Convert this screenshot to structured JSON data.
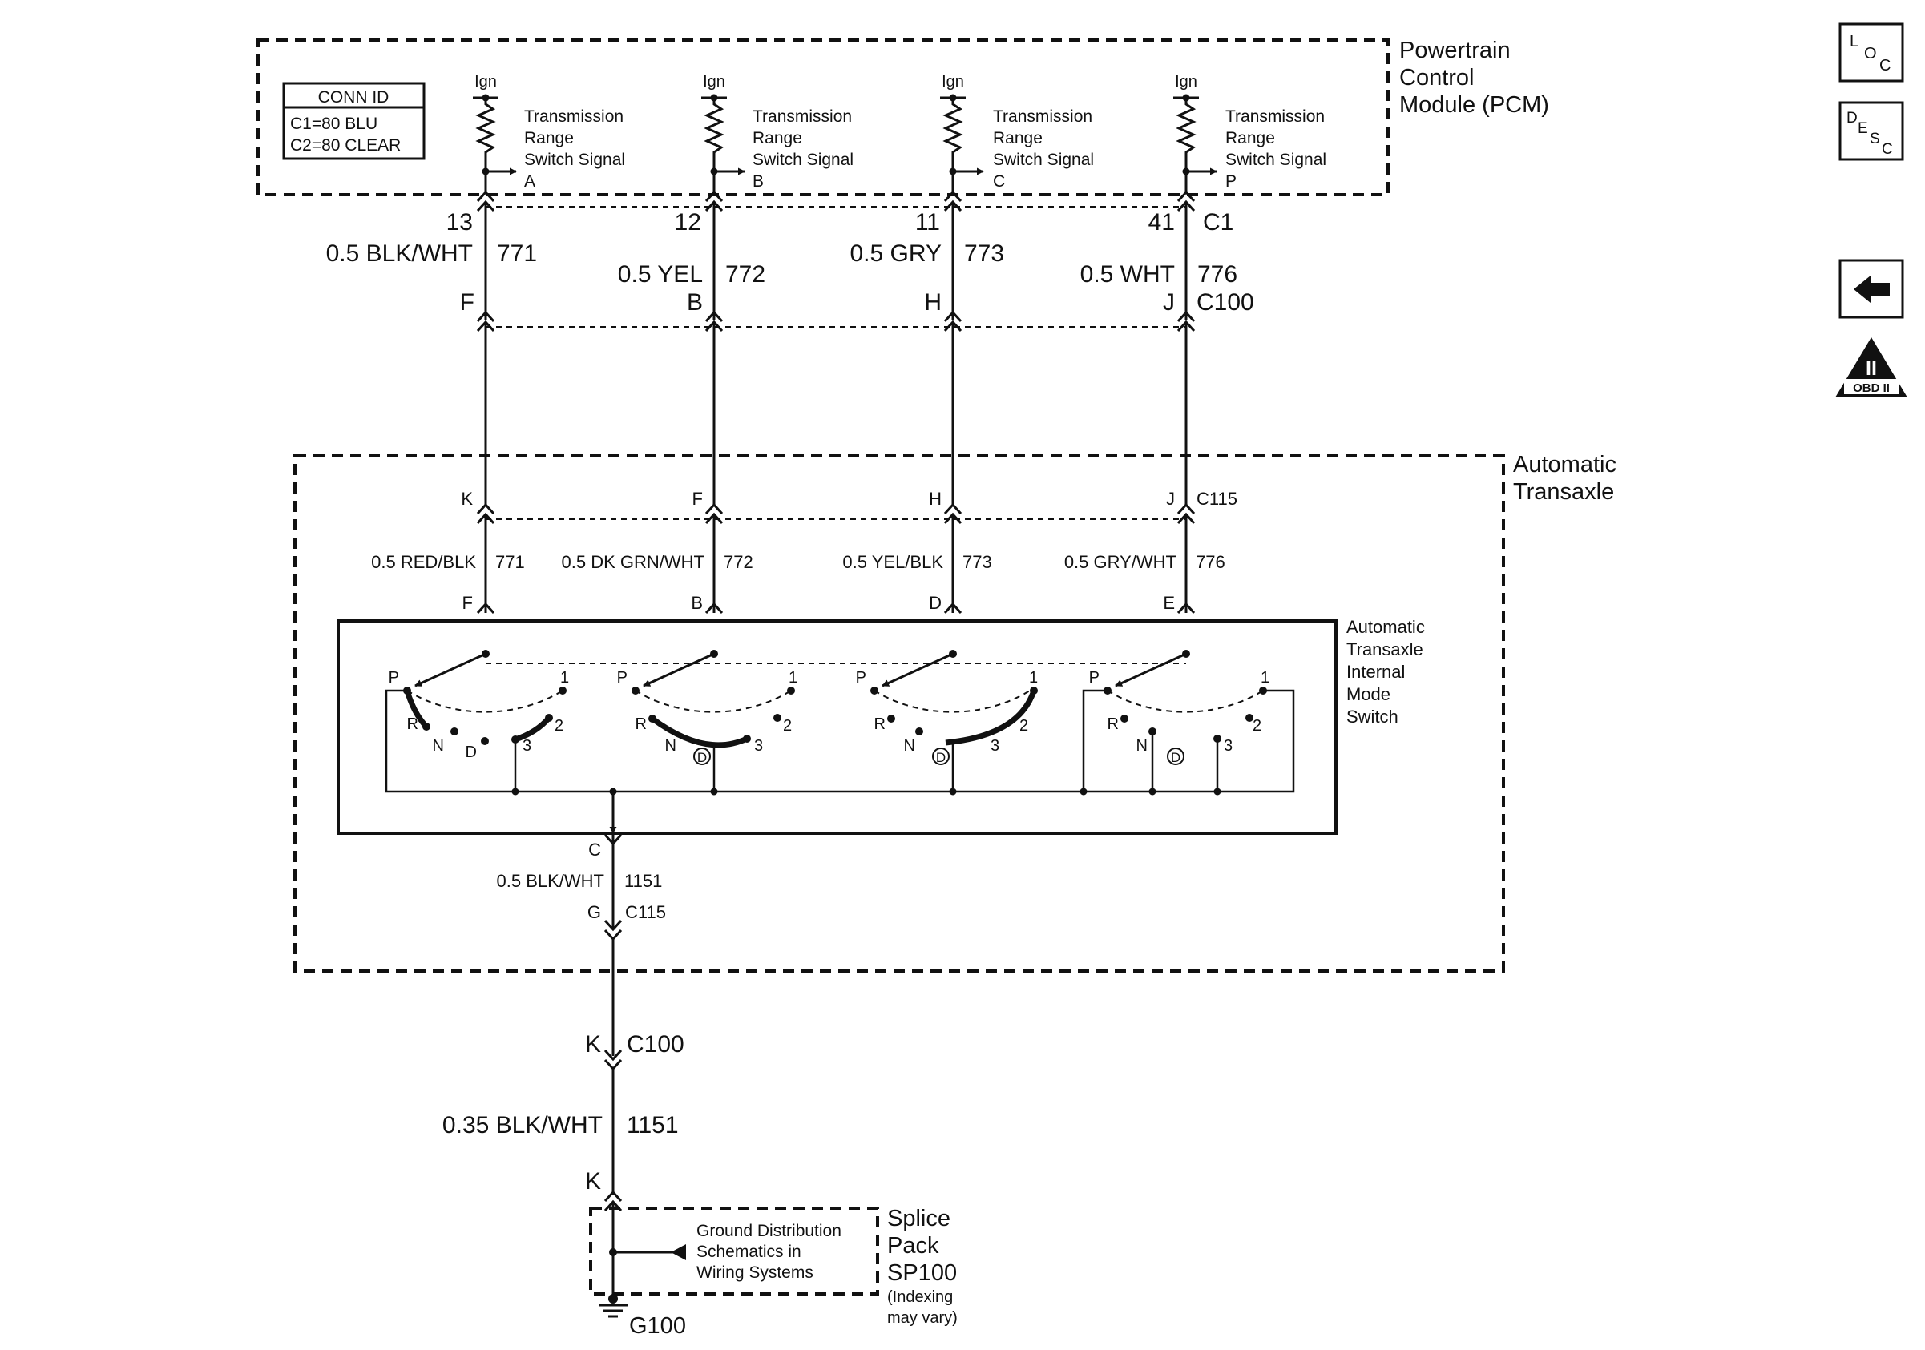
{
  "pcm": {
    "title_lines": [
      "Powertrain",
      "Control",
      "Module (PCM)"
    ],
    "conn_id": {
      "title": "CONN ID",
      "lines": [
        "C1=80 BLU",
        "C2=80 CLEAR"
      ]
    },
    "signals": [
      {
        "ign": "Ign",
        "lines": [
          "Transmission",
          "Range",
          "Switch Signal"
        ],
        "letter": "A"
      },
      {
        "ign": "Ign",
        "lines": [
          "Transmission",
          "Range",
          "Switch Signal"
        ],
        "letter": "B"
      },
      {
        "ign": "Ign",
        "lines": [
          "Transmission",
          "Range",
          "Switch Signal"
        ],
        "letter": "C"
      },
      {
        "ign": "Ign",
        "lines": [
          "Transmission",
          "Range",
          "Switch Signal"
        ],
        "letter": "P"
      }
    ]
  },
  "pcm_wires": [
    {
      "pin": "13",
      "wire": "0.5 BLK/WHT",
      "circuit": "771",
      "c100_pin": "F"
    },
    {
      "pin": "12",
      "wire": "0.5 YEL",
      "circuit": "772",
      "c100_pin": "B"
    },
    {
      "pin": "11",
      "wire": "0.5 GRY",
      "circuit": "773",
      "c100_pin": "H"
    },
    {
      "pin": "41",
      "wire": "0.5 WHT",
      "circuit": "776",
      "c100_pin": "J"
    }
  ],
  "connectors": {
    "c1": "C1",
    "c100": "C100",
    "c115": "C115"
  },
  "transaxle": {
    "title_lines": [
      "Automatic",
      "Transaxle"
    ],
    "c115_pins": [
      "K",
      "F",
      "H",
      "J"
    ],
    "wires": [
      {
        "wire": "0.5 RED/BLK",
        "circuit": "771",
        "switch_pin": "F"
      },
      {
        "wire": "0.5 DK GRN/WHT",
        "circuit": "772",
        "switch_pin": "B"
      },
      {
        "wire": "0.5 YEL/BLK",
        "circuit": "773",
        "switch_pin": "D"
      },
      {
        "wire": "0.5 GRY/WHT",
        "circuit": "776",
        "switch_pin": "E"
      }
    ],
    "switch_label_lines": [
      "Automatic",
      "Transaxle",
      "Internal",
      "Mode",
      "Switch"
    ],
    "ground_pin": "C",
    "ground_wire": "0.5 BLK/WHT",
    "ground_circuit": "1151",
    "ground_c115_pin": "G"
  },
  "selector_positions": [
    "P",
    "R",
    "N",
    "D",
    "3",
    "2",
    "1"
  ],
  "ground": {
    "c100_pin": "K",
    "wire": "0.35 BLK/WHT",
    "circuit": "1151",
    "splice_pin": "K",
    "reference_lines": [
      "Ground Distribution",
      "Schematics in",
      "Wiring Systems"
    ],
    "splice_lines": [
      "Splice",
      "Pack",
      "SP100"
    ],
    "splice_note_lines": [
      "(Indexing",
      "may vary)"
    ],
    "ground_id": "G100"
  },
  "nav_icons": {
    "loc": {
      "l": "L",
      "o": "O",
      "c": "C"
    },
    "desc": {
      "d": "D",
      "e": "E",
      "s": "S",
      "c": "C"
    },
    "obd": {
      "numeral": "II",
      "label": "OBD II"
    }
  }
}
